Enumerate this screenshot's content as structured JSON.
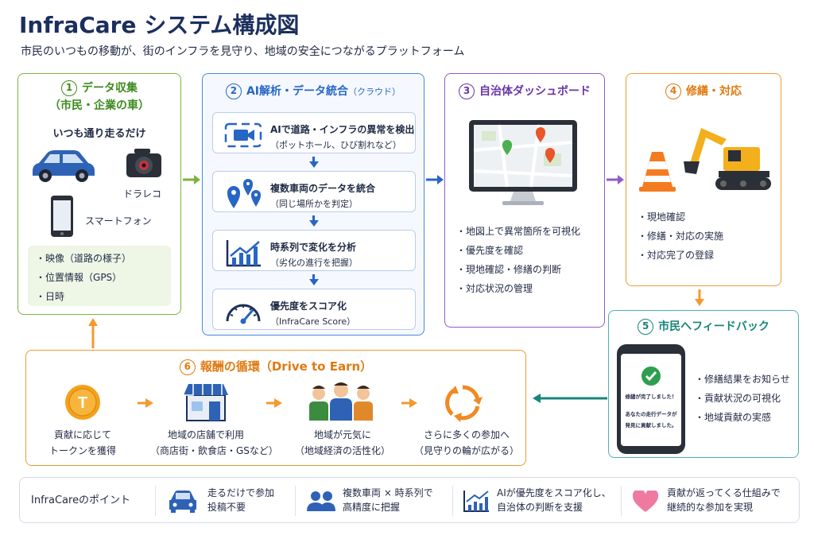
{
  "header": {
    "title": "InfraCare システム構成図",
    "subtitle": "市民のいつもの移動が、街のインフラを見守り、地域の安全につながるプラットフォーム"
  },
  "panel1": {
    "num": "1",
    "title": "データ収集",
    "subtitle": "（市民・企業の車）",
    "lead": "いつも通り走るだけ",
    "dashcam_label": "ドラレコ",
    "phone_label": "スマートフォン",
    "items": [
      "映像（道路の様子）",
      "位置情報（GPS）",
      "日時"
    ]
  },
  "panel2": {
    "num": "2",
    "title": "AI解析・データ統合",
    "title_suffix": "（クラウド）",
    "steps": [
      {
        "line1": "AIで道路・インフラの異常を検出",
        "line2": "（ポットホール、ひび割れなど）"
      },
      {
        "line1": "複数車両のデータを統合",
        "line2": "（同じ場所かを判定）"
      },
      {
        "line1": "時系列で変化を分析",
        "line2": "（劣化の進行を把握）"
      },
      {
        "line1": "優先度をスコア化",
        "line2": "（InfraCare Score）"
      }
    ]
  },
  "panel3": {
    "num": "3",
    "title": "自治体ダッシュボード",
    "items": [
      "地図上で異常箇所を可視化",
      "優先度を確認",
      "現地確認・修繕の判断",
      "対応状況の管理"
    ]
  },
  "panel4": {
    "num": "4",
    "title": "修繕・対応",
    "items": [
      "現地確認",
      "修繕・対応の実施",
      "対応完了の登録"
    ]
  },
  "panel5": {
    "num": "5",
    "title": "市民へフィードバック",
    "phone_line1": "修繕が完了しました！",
    "phone_line2": "あなたの走行データが",
    "phone_line3": "発見に貢献しました。",
    "items": [
      "修繕結果をお知らせ",
      "貢献状況の可視化",
      "地域貢献の実感"
    ]
  },
  "panel6": {
    "num": "6",
    "title": "報酬の循環（Drive to Earn）",
    "token_letter": "T",
    "steps": [
      {
        "line1": "貢献に応じて",
        "line2": "トークンを獲得"
      },
      {
        "line1": "地域の店舗で利用",
        "line2": "（商店街・飲食店・GSなど）"
      },
      {
        "line1": "地域が元気に",
        "line2": "（地域経済の活性化）"
      },
      {
        "line1": "さらに多くの参加へ",
        "line2": "（見守りの輪が広がる）"
      }
    ]
  },
  "points": {
    "label": "InfraCareのポイント",
    "items": [
      {
        "line1": "走るだけで参加",
        "line2": "投稿不要"
      },
      {
        "line1": "複数車両 × 時系列で",
        "line2": "高精度に把握"
      },
      {
        "line1": "AIが優先度をスコア化し、",
        "line2": "自治体の判断を支援"
      },
      {
        "line1": "貢献が返ってくる仕組みで",
        "line2": "継続的な参加を実現"
      }
    ]
  },
  "colors": {
    "green": "#3d8b1f",
    "blue": "#2766c4",
    "purple": "#6a35a8",
    "orange": "#e07a10",
    "teal": "#17857a"
  }
}
